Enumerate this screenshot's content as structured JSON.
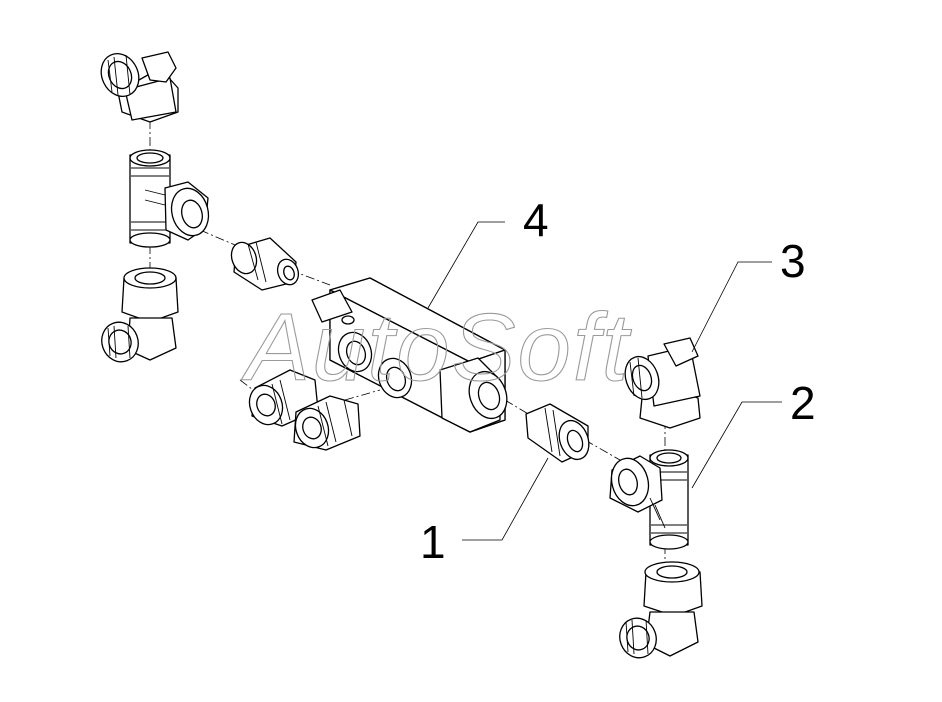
{
  "callouts": [
    {
      "id": "1",
      "label": "1"
    },
    {
      "id": "2",
      "label": "2"
    },
    {
      "id": "3",
      "label": "3"
    },
    {
      "id": "4",
      "label": "4"
    }
  ],
  "watermark": "AutoSoft",
  "colors": {
    "line": "#000000",
    "background": "#ffffff",
    "watermark": "#9a9a9a"
  }
}
